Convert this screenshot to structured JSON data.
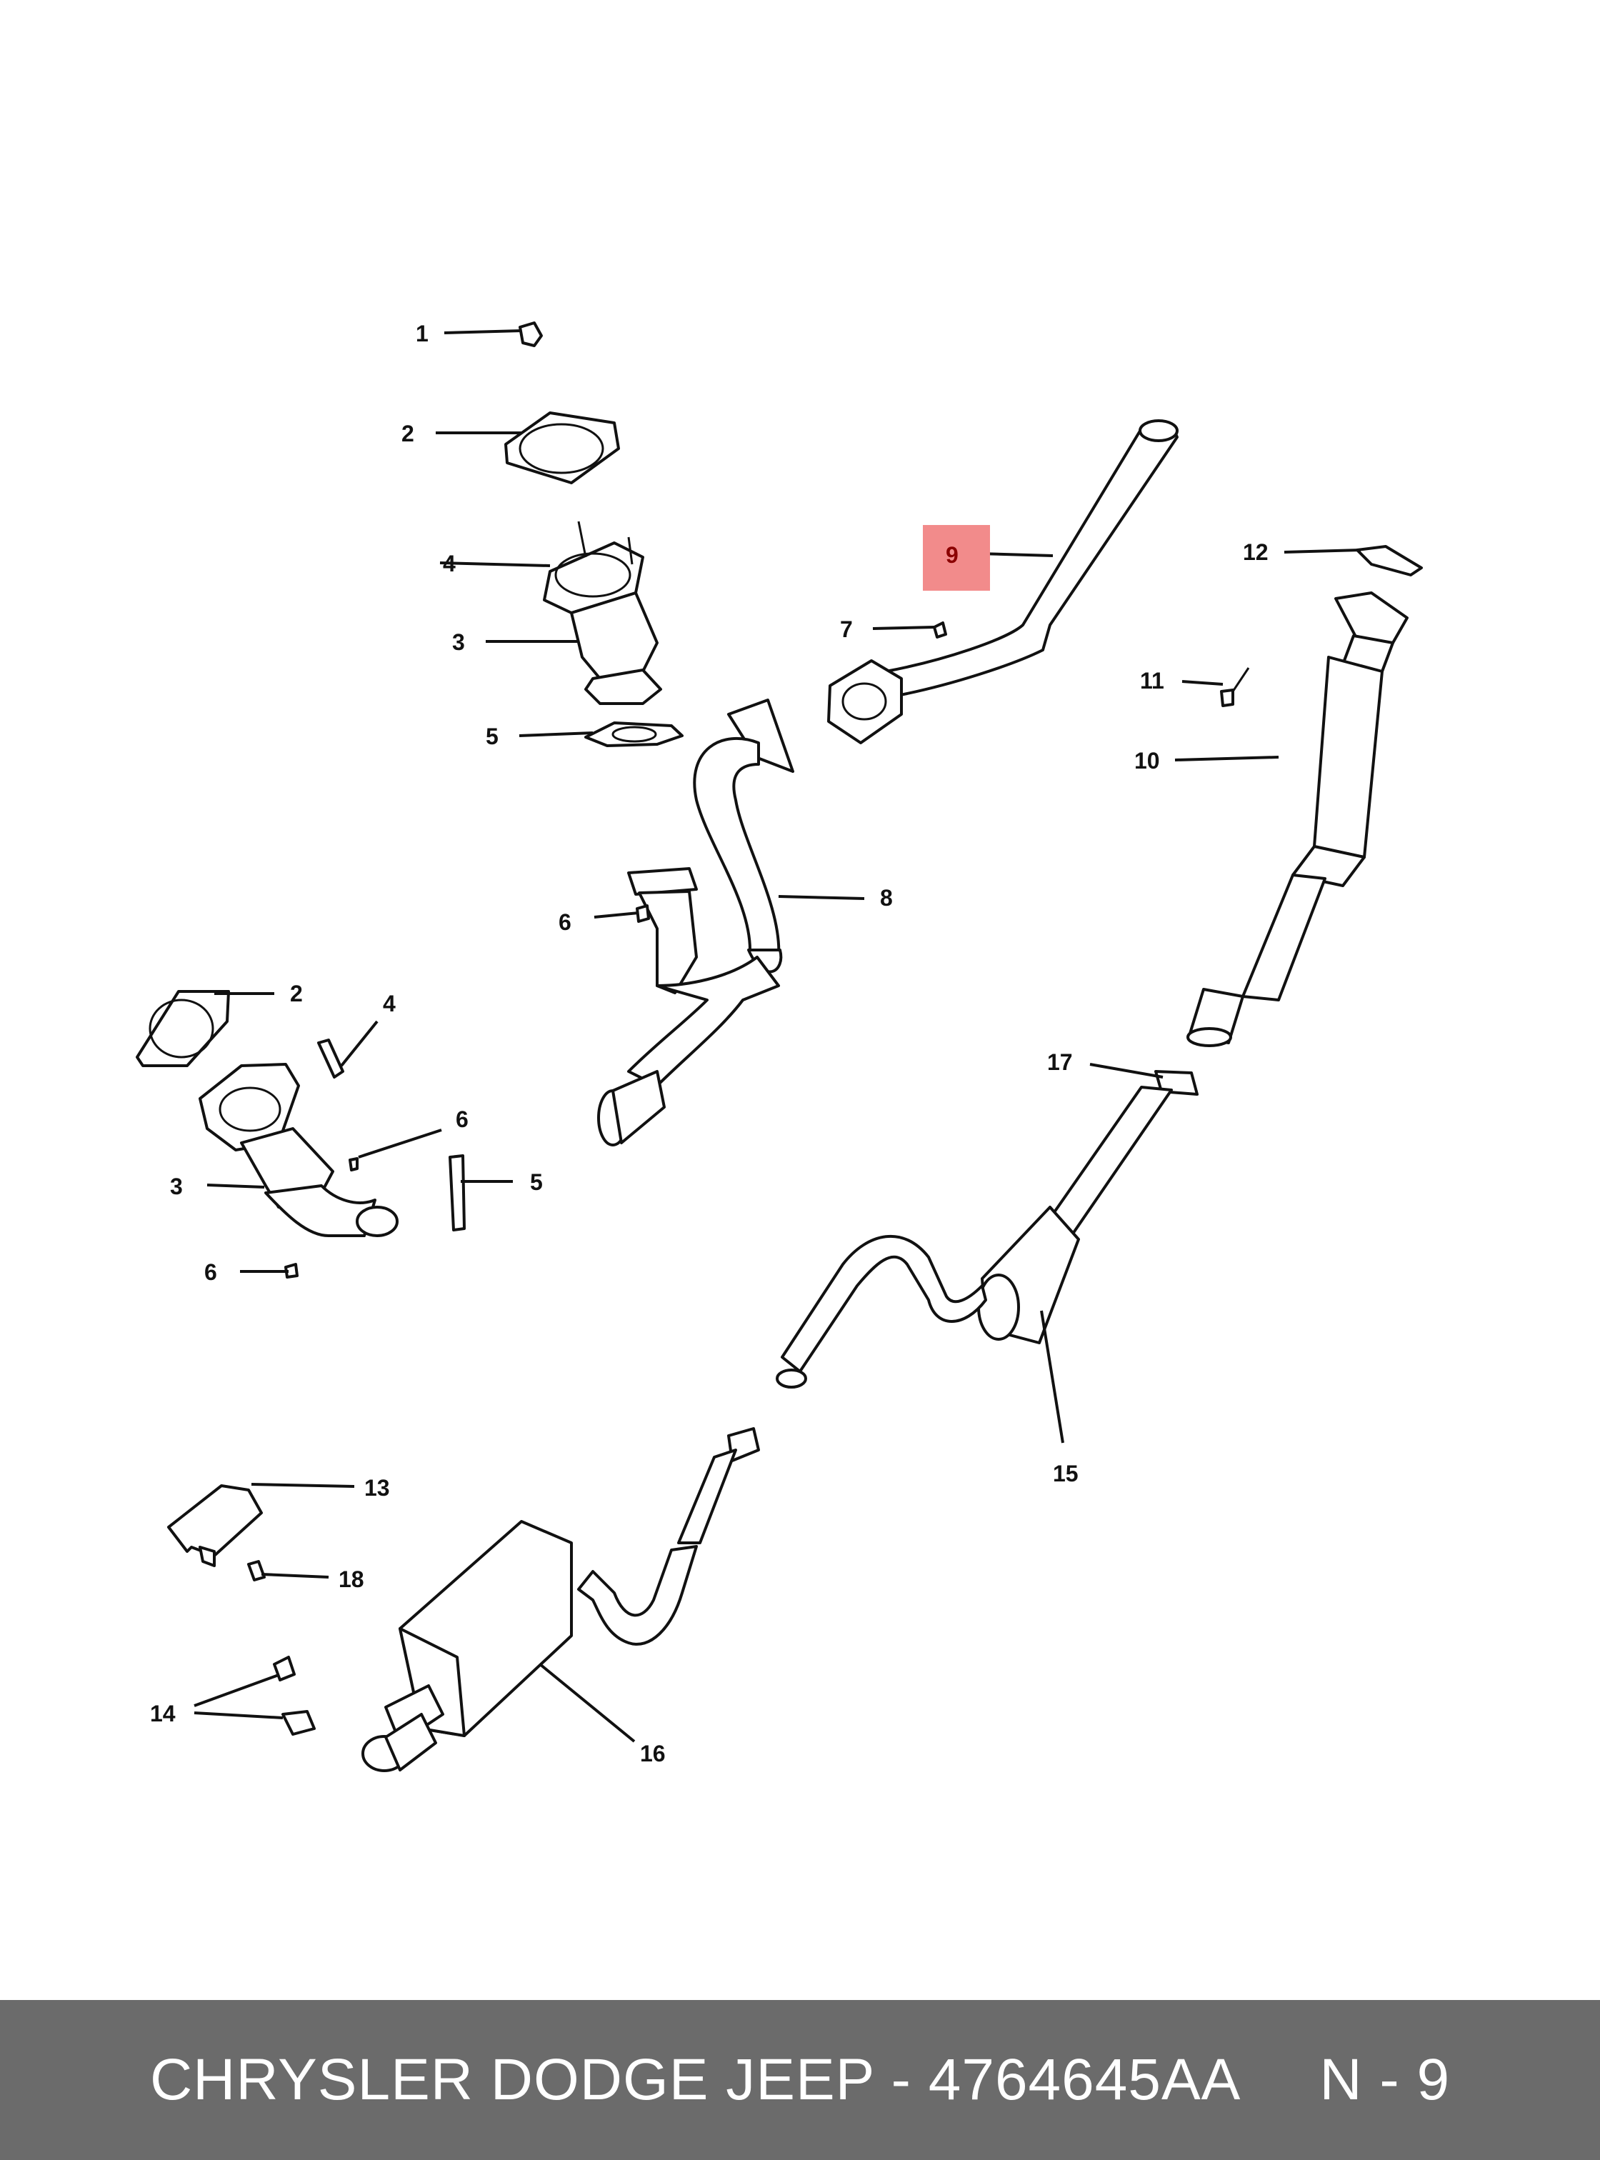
{
  "diagram": {
    "labels": {
      "l1": "1",
      "l2a": "2",
      "l2b": "2",
      "l3a": "3",
      "l3b": "3",
      "l4a": "4",
      "l4b": "4",
      "l5a": "5",
      "l5b": "5",
      "l6a": "6",
      "l6b": "6",
      "l6c": "6",
      "l7": "7",
      "l8": "8",
      "l9": "9",
      "l10": "10",
      "l11": "11",
      "l12": "12",
      "l13": "13",
      "l14": "14",
      "l15": "15",
      "l16": "16",
      "l17": "17",
      "l18": "18"
    },
    "highlight_color": "#f28b8b"
  },
  "footer": {
    "brand_part": "CHRYSLER DODGE JEEP - 4764645AA",
    "ref": "N - 9"
  }
}
